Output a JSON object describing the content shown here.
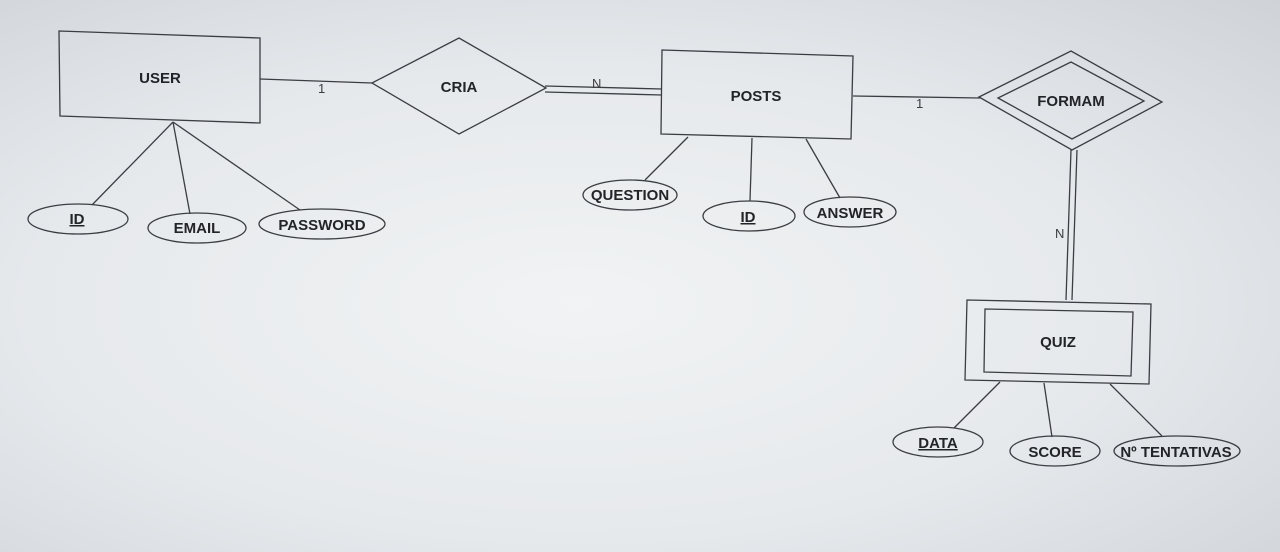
{
  "entities": {
    "user": "USER",
    "posts": "POSTS",
    "quiz": "QUIZ"
  },
  "relationships": {
    "cria": "CRIA",
    "formam": "FORMAM"
  },
  "attributes": {
    "user_id": "ID",
    "user_email": "EMAIL",
    "user_password": "PASSWORD",
    "posts_question": "QUESTION",
    "posts_id": "ID",
    "posts_answer": "ANSWER",
    "quiz_data": "DATA",
    "quiz_score": "SCORE",
    "quiz_tentativas": "Nº TENTATIVAS"
  },
  "cardinalities": {
    "user_cria": "1",
    "cria_posts": "N",
    "posts_formam": "1",
    "formam_quiz": "N"
  }
}
